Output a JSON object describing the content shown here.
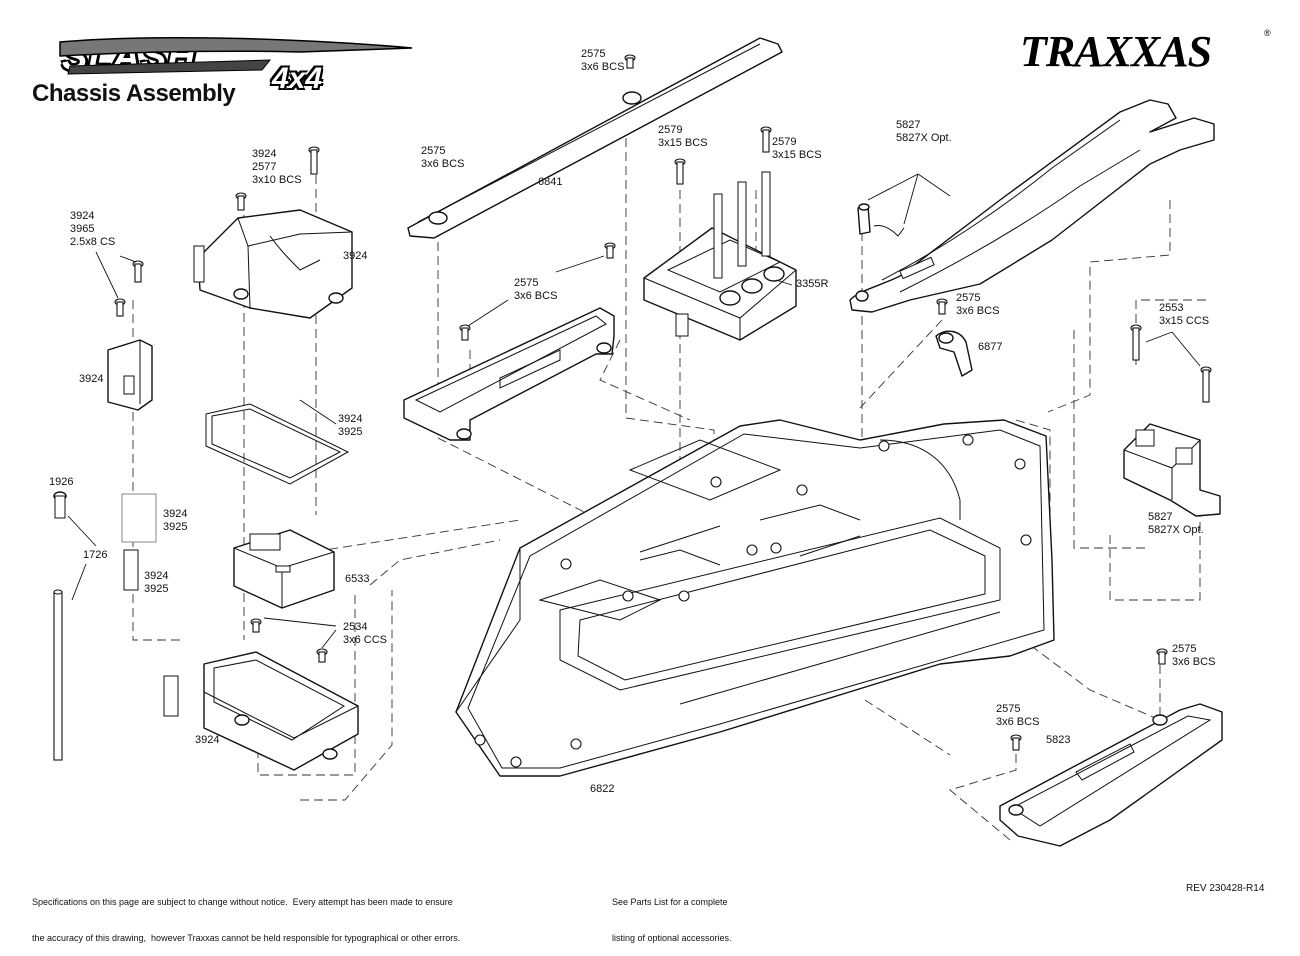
{
  "header": {
    "model_logo": "SLASH",
    "model_logo_suffix": "4x4",
    "title": "Chassis Assembly",
    "brand_logo": "TRAXXAS",
    "registered_mark": "®"
  },
  "callouts": {
    "c1": [
      "2575",
      "3x6 BCS"
    ],
    "c2": [
      "2575",
      "3x6 BCS"
    ],
    "c3": [
      "2579",
      "3x15 BCS"
    ],
    "c4": [
      "2579",
      "3x15 BCS"
    ],
    "c5": [
      "5827",
      "5827X Opt."
    ],
    "c6": [
      "3924",
      "2577",
      "3x10 BCS"
    ],
    "c7": [
      "3924",
      "3965",
      "2.5x8 CS"
    ],
    "c8": [
      "3924"
    ],
    "c9": [
      "6841"
    ],
    "c10": [
      "2575",
      "3x6 BCS"
    ],
    "c11": [
      "3355R"
    ],
    "c12": [
      "2575",
      "3x6 BCS"
    ],
    "c13": [
      "6877"
    ],
    "c14": [
      "2553",
      "3x15 CCS"
    ],
    "c15": [
      "3924"
    ],
    "c16": [
      "3924",
      "3925"
    ],
    "c17": [
      "1926"
    ],
    "c18": [
      "3924",
      "3925"
    ],
    "c19": [
      "1726"
    ],
    "c20": [
      "3924",
      "3925"
    ],
    "c21": [
      "6533"
    ],
    "c22": [
      "5827",
      "5827X Opt."
    ],
    "c23": [
      "2534",
      "3x6 CCS"
    ],
    "c24": [
      "2575",
      "3x6 BCS"
    ],
    "c25": [
      "3924"
    ],
    "c26": [
      "2575",
      "3x6 BCS"
    ],
    "c27": [
      "5823"
    ],
    "c28": [
      "6822"
    ]
  },
  "footer": {
    "disclaimer_line1": "Specifications on this page are subject to change without notice.  Every attempt has been made to ensure",
    "disclaimer_line2": "the accuracy of this drawing,  however Traxxas cannot be held responsible for typographical or other errors.",
    "parts_note_line1": "See Parts List for a complete",
    "parts_note_line2": "listing of optional accessories.",
    "revision": "REV 230428-R14"
  }
}
